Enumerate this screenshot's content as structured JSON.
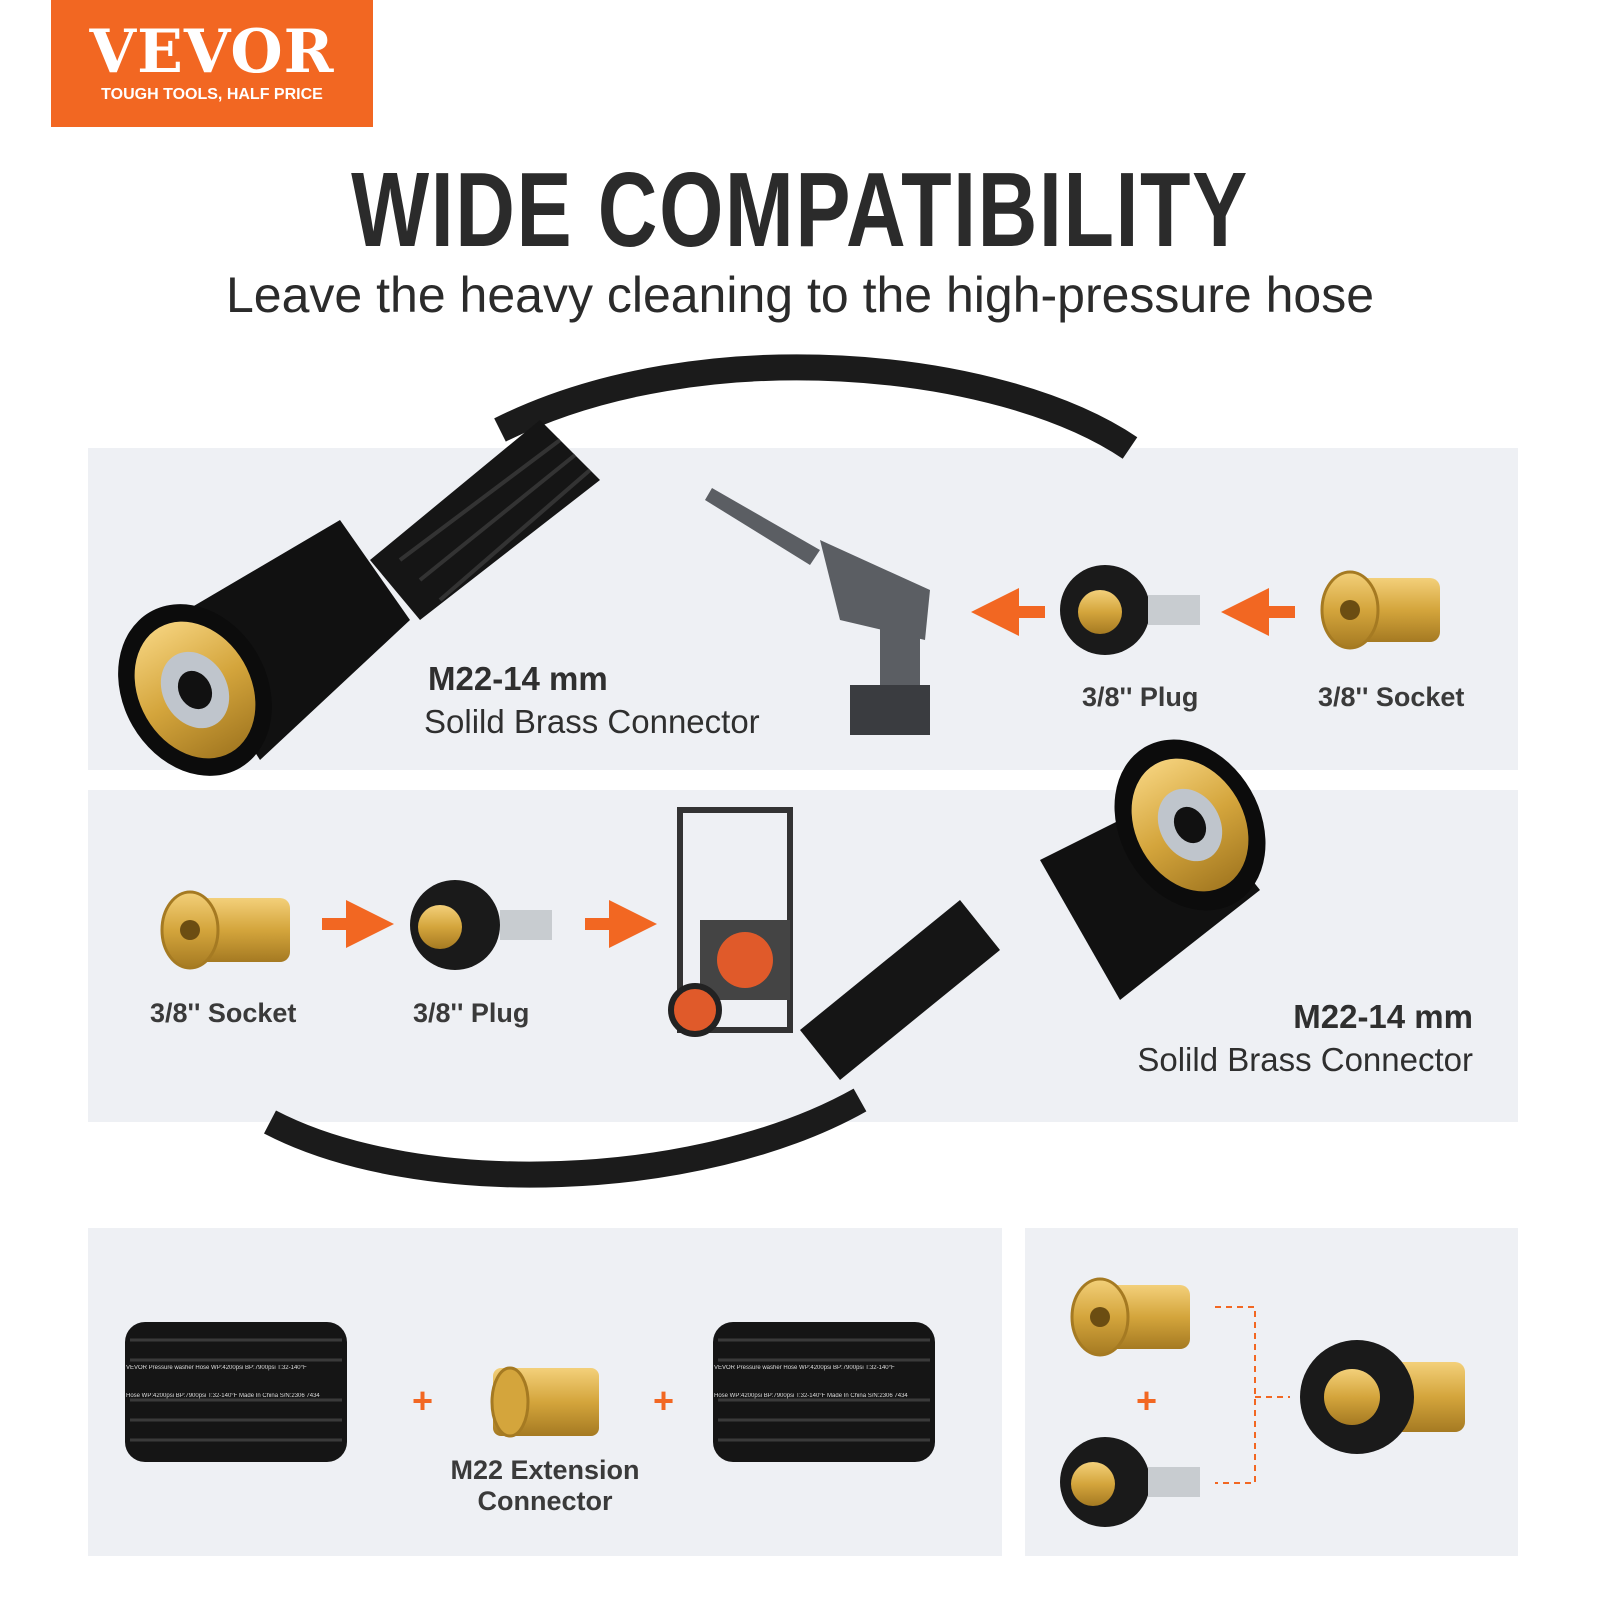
{
  "logo": {
    "brand": "VEVOR",
    "tagline": "TOUGH TOOLS, HALF PRICE",
    "color": "#f26722"
  },
  "title": "WIDE COMPATIBILITY",
  "subtitle": "Leave the heavy cleaning to the high-pressure hose",
  "top_panel": {
    "connector_size": "M22-14 mm",
    "connector_desc": "Solild Brass Connector",
    "plug": "3/8'' Plug",
    "socket": "3/8'' Socket"
  },
  "middle_panel": {
    "socket": "3/8'' Socket",
    "plug": "3/8'' Plug",
    "connector_size": "M22-14 mm",
    "connector_desc": "Solild Brass Connector"
  },
  "bottom_left": {
    "extension_label_1": "M22 Extension",
    "extension_label_2": "Connector",
    "plus": "+",
    "hose_print_1": "VEVOR Pressure washer Hose WP:4200psi BP:7900psi T:32-140°F",
    "hose_print_2": "Hose WP:4200psi BP:7900psi T:32-140°F Made In China S/N:2306 7434"
  },
  "bottom_right": {
    "plus": "+"
  },
  "colors": {
    "accent": "#f26722",
    "brass": "#d4a53c",
    "hose": "#1a1a1a",
    "panel": "#eef0f4"
  }
}
